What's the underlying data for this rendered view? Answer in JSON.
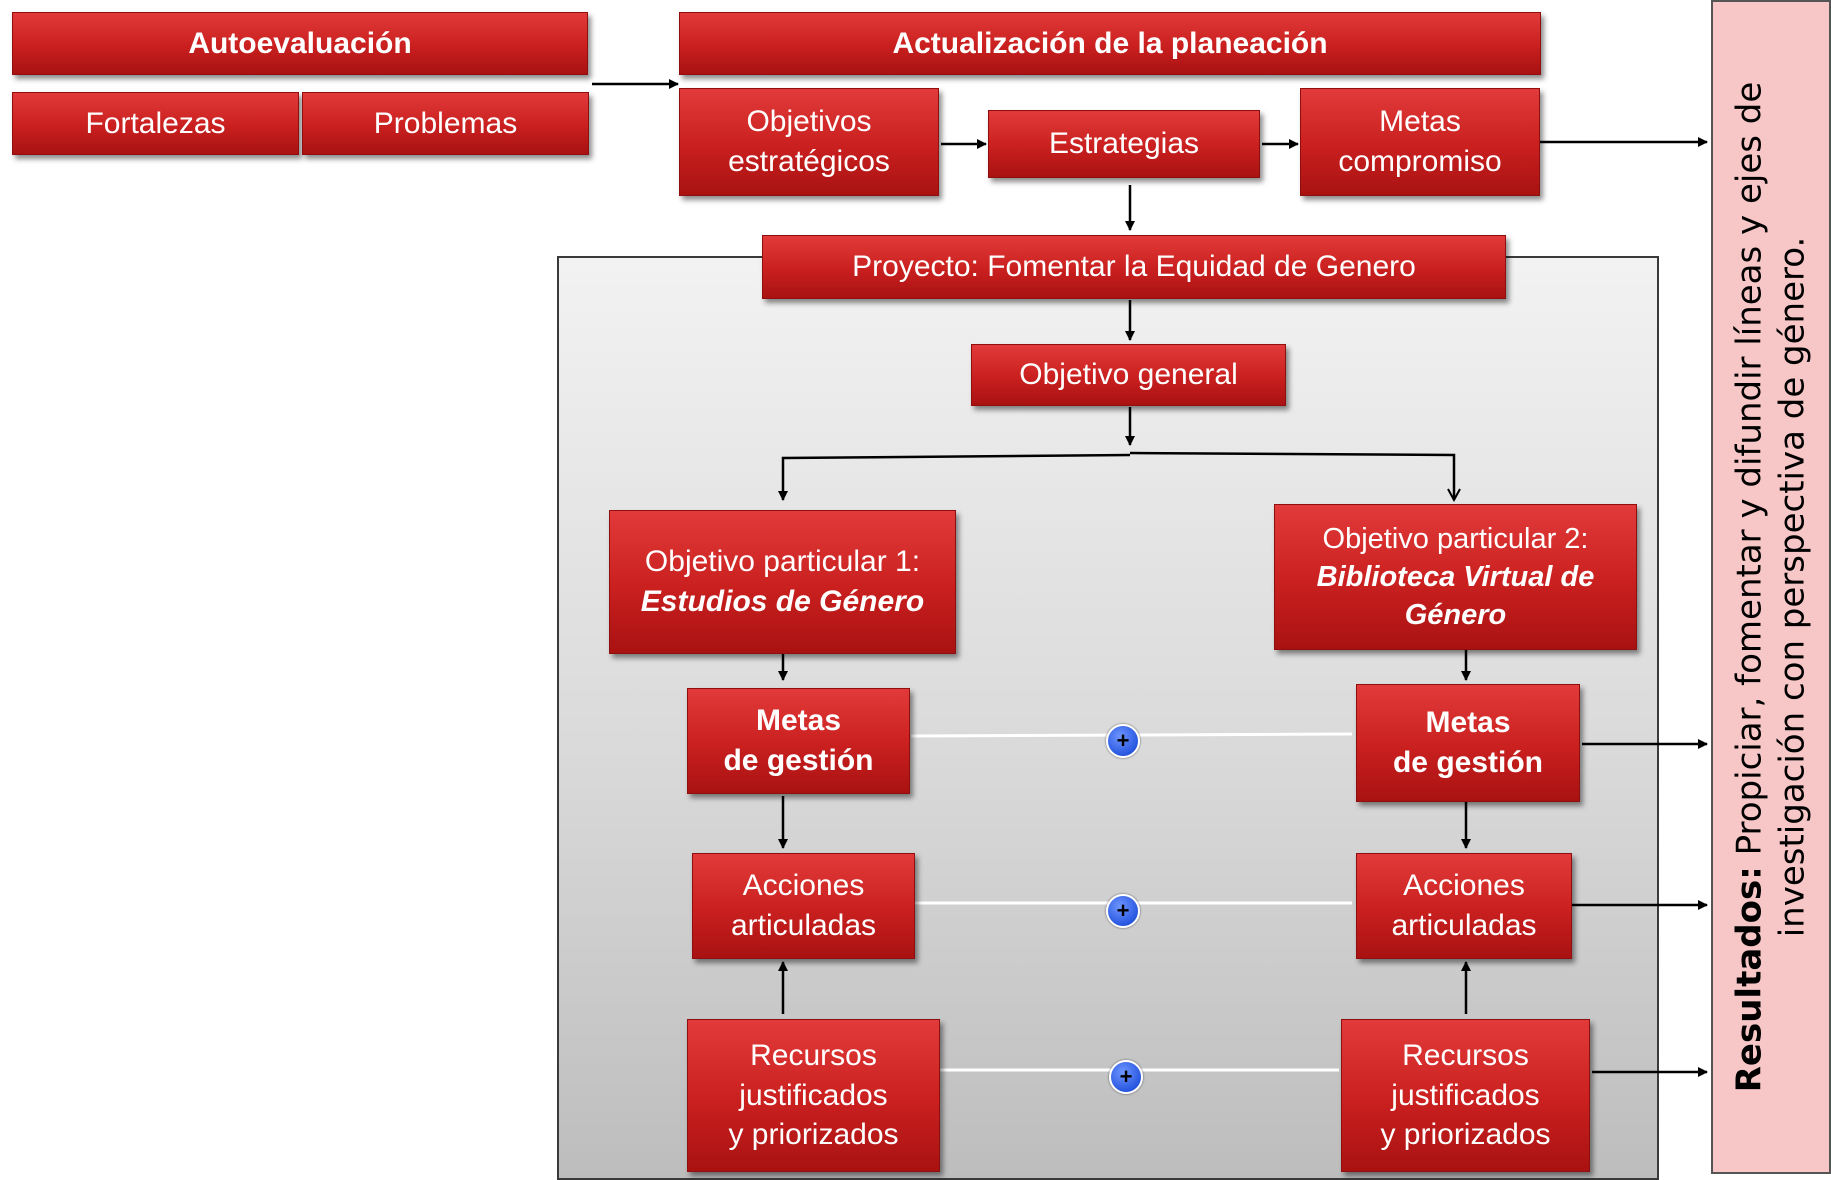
{
  "planning": {
    "autoevaluacion": "Autoevaluación",
    "fortalezas": "Fortalezas",
    "problemas": "Problemas",
    "actualizacion": "Actualización de la planeación",
    "objetivos_estrategicos": "Objetivos\nestratégicos",
    "estrategias": "Estrategias",
    "metas_compromiso": "Metas\ncompromiso"
  },
  "project": {
    "title": "Proyecto: Fomentar la Equidad de Genero",
    "objetivo_general": "Objetivo general",
    "particular_1": {
      "label": "Objetivo particular 1:",
      "name": "Estudios de Género"
    },
    "particular_2": {
      "label": "Objetivo particular 2:",
      "name": "Biblioteca Virtual de\nGénero"
    },
    "metas_gestion": "Metas\nde gestión",
    "acciones": "Acciones\narticuladas",
    "recursos": "Recursos\njustificados\ny priorizados",
    "plus_symbol": "+"
  },
  "result": {
    "bold_label": "Resultados:",
    "text": " Propiciar, fomentar y difundir líneas y ejes de investigación con perspectiva de género."
  },
  "colors": {
    "box_red": "#c91f1f",
    "result_bg": "#f7c6c6",
    "plus_blue": "#2857e0"
  }
}
